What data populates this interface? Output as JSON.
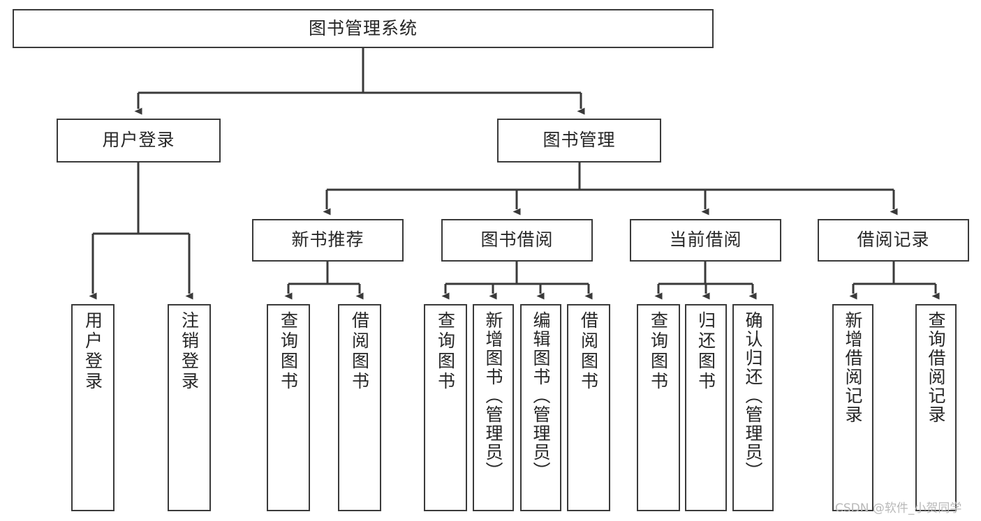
{
  "diagram": {
    "type": "hierarchy-tree",
    "title": "图书管理系统",
    "watermark": "CSDN @软件_小贺同学",
    "colors": {
      "box_border": "#3a3a3a",
      "box_fill": "#ffffff",
      "edge": "#3a3a3a",
      "text": "#262626",
      "watermark": "#b9b9b9",
      "background": "#ffffff"
    },
    "levels": {
      "root": {
        "id": "root",
        "label": "图书管理系统",
        "orientation": "horizontal"
      },
      "level2": [
        {
          "id": "user-login",
          "label": "用户登录",
          "orientation": "horizontal"
        },
        {
          "id": "book-manage",
          "label": "图书管理",
          "orientation": "horizontal"
        }
      ],
      "level3": [
        {
          "id": "new-book-recommend",
          "label": "新书推荐",
          "orientation": "horizontal",
          "parent": "book-manage"
        },
        {
          "id": "book-borrow",
          "label": "图书借阅",
          "orientation": "horizontal",
          "parent": "book-manage"
        },
        {
          "id": "current-borrow",
          "label": "当前借阅",
          "orientation": "horizontal",
          "parent": "book-manage"
        },
        {
          "id": "borrow-record",
          "label": "借阅记录",
          "orientation": "horizontal",
          "parent": "book-manage"
        }
      ],
      "leaves": [
        {
          "id": "leaf-user-login",
          "label": "用户登录",
          "orientation": "vertical",
          "parent": "user-login"
        },
        {
          "id": "leaf-user-logout",
          "label": "注销登录",
          "orientation": "vertical",
          "parent": "user-login"
        },
        {
          "id": "leaf-query-book-1",
          "label": "查询图书",
          "orientation": "vertical",
          "parent": "new-book-recommend"
        },
        {
          "id": "leaf-borrow-book-1",
          "label": "借阅图书",
          "orientation": "vertical",
          "parent": "new-book-recommend"
        },
        {
          "id": "leaf-query-book-2",
          "label": "查询图书",
          "orientation": "vertical",
          "parent": "book-borrow"
        },
        {
          "id": "leaf-add-book-admin",
          "label": "新增图书（管理员）",
          "orientation": "vertical",
          "parent": "book-borrow"
        },
        {
          "id": "leaf-edit-book-admin",
          "label": "编辑图书（管理员）",
          "orientation": "vertical",
          "parent": "book-borrow"
        },
        {
          "id": "leaf-borrow-book-2",
          "label": "借阅图书",
          "orientation": "vertical",
          "parent": "book-borrow"
        },
        {
          "id": "leaf-query-book-3",
          "label": "查询图书",
          "orientation": "vertical",
          "parent": "current-borrow"
        },
        {
          "id": "leaf-return-book",
          "label": "归还图书",
          "orientation": "vertical",
          "parent": "current-borrow"
        },
        {
          "id": "leaf-confirm-return-admin",
          "label": "确认归还（管理员）",
          "orientation": "vertical",
          "parent": "current-borrow"
        },
        {
          "id": "leaf-add-borrow-record",
          "label": "新增借阅记录",
          "orientation": "vertical",
          "parent": "borrow-record"
        },
        {
          "id": "leaf-query-borrow-record",
          "label": "查询借阅记录",
          "orientation": "vertical",
          "parent": "borrow-record"
        }
      ]
    }
  }
}
